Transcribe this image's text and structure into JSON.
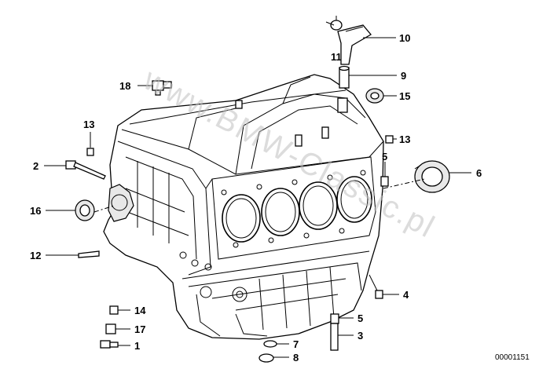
{
  "diagram": {
    "id_label": "00001151",
    "watermark": "www.BMW-Classic.pl",
    "callouts": [
      {
        "key": "c1",
        "number": "1"
      },
      {
        "key": "c2",
        "number": "2"
      },
      {
        "key": "c3",
        "number": "3"
      },
      {
        "key": "c4",
        "number": "4"
      },
      {
        "key": "c5a",
        "number": "5"
      },
      {
        "key": "c5b",
        "number": "5"
      },
      {
        "key": "c6",
        "number": "6"
      },
      {
        "key": "c7",
        "number": "7"
      },
      {
        "key": "c8",
        "number": "8"
      },
      {
        "key": "c9",
        "number": "9"
      },
      {
        "key": "c10",
        "number": "10"
      },
      {
        "key": "c11",
        "number": "11"
      },
      {
        "key": "c12",
        "number": "12"
      },
      {
        "key": "c13a",
        "number": "13"
      },
      {
        "key": "c13b",
        "number": "13"
      },
      {
        "key": "c14",
        "number": "14"
      },
      {
        "key": "c15",
        "number": "15"
      },
      {
        "key": "c16",
        "number": "16"
      },
      {
        "key": "c17",
        "number": "17"
      },
      {
        "key": "c18",
        "number": "18"
      }
    ]
  }
}
